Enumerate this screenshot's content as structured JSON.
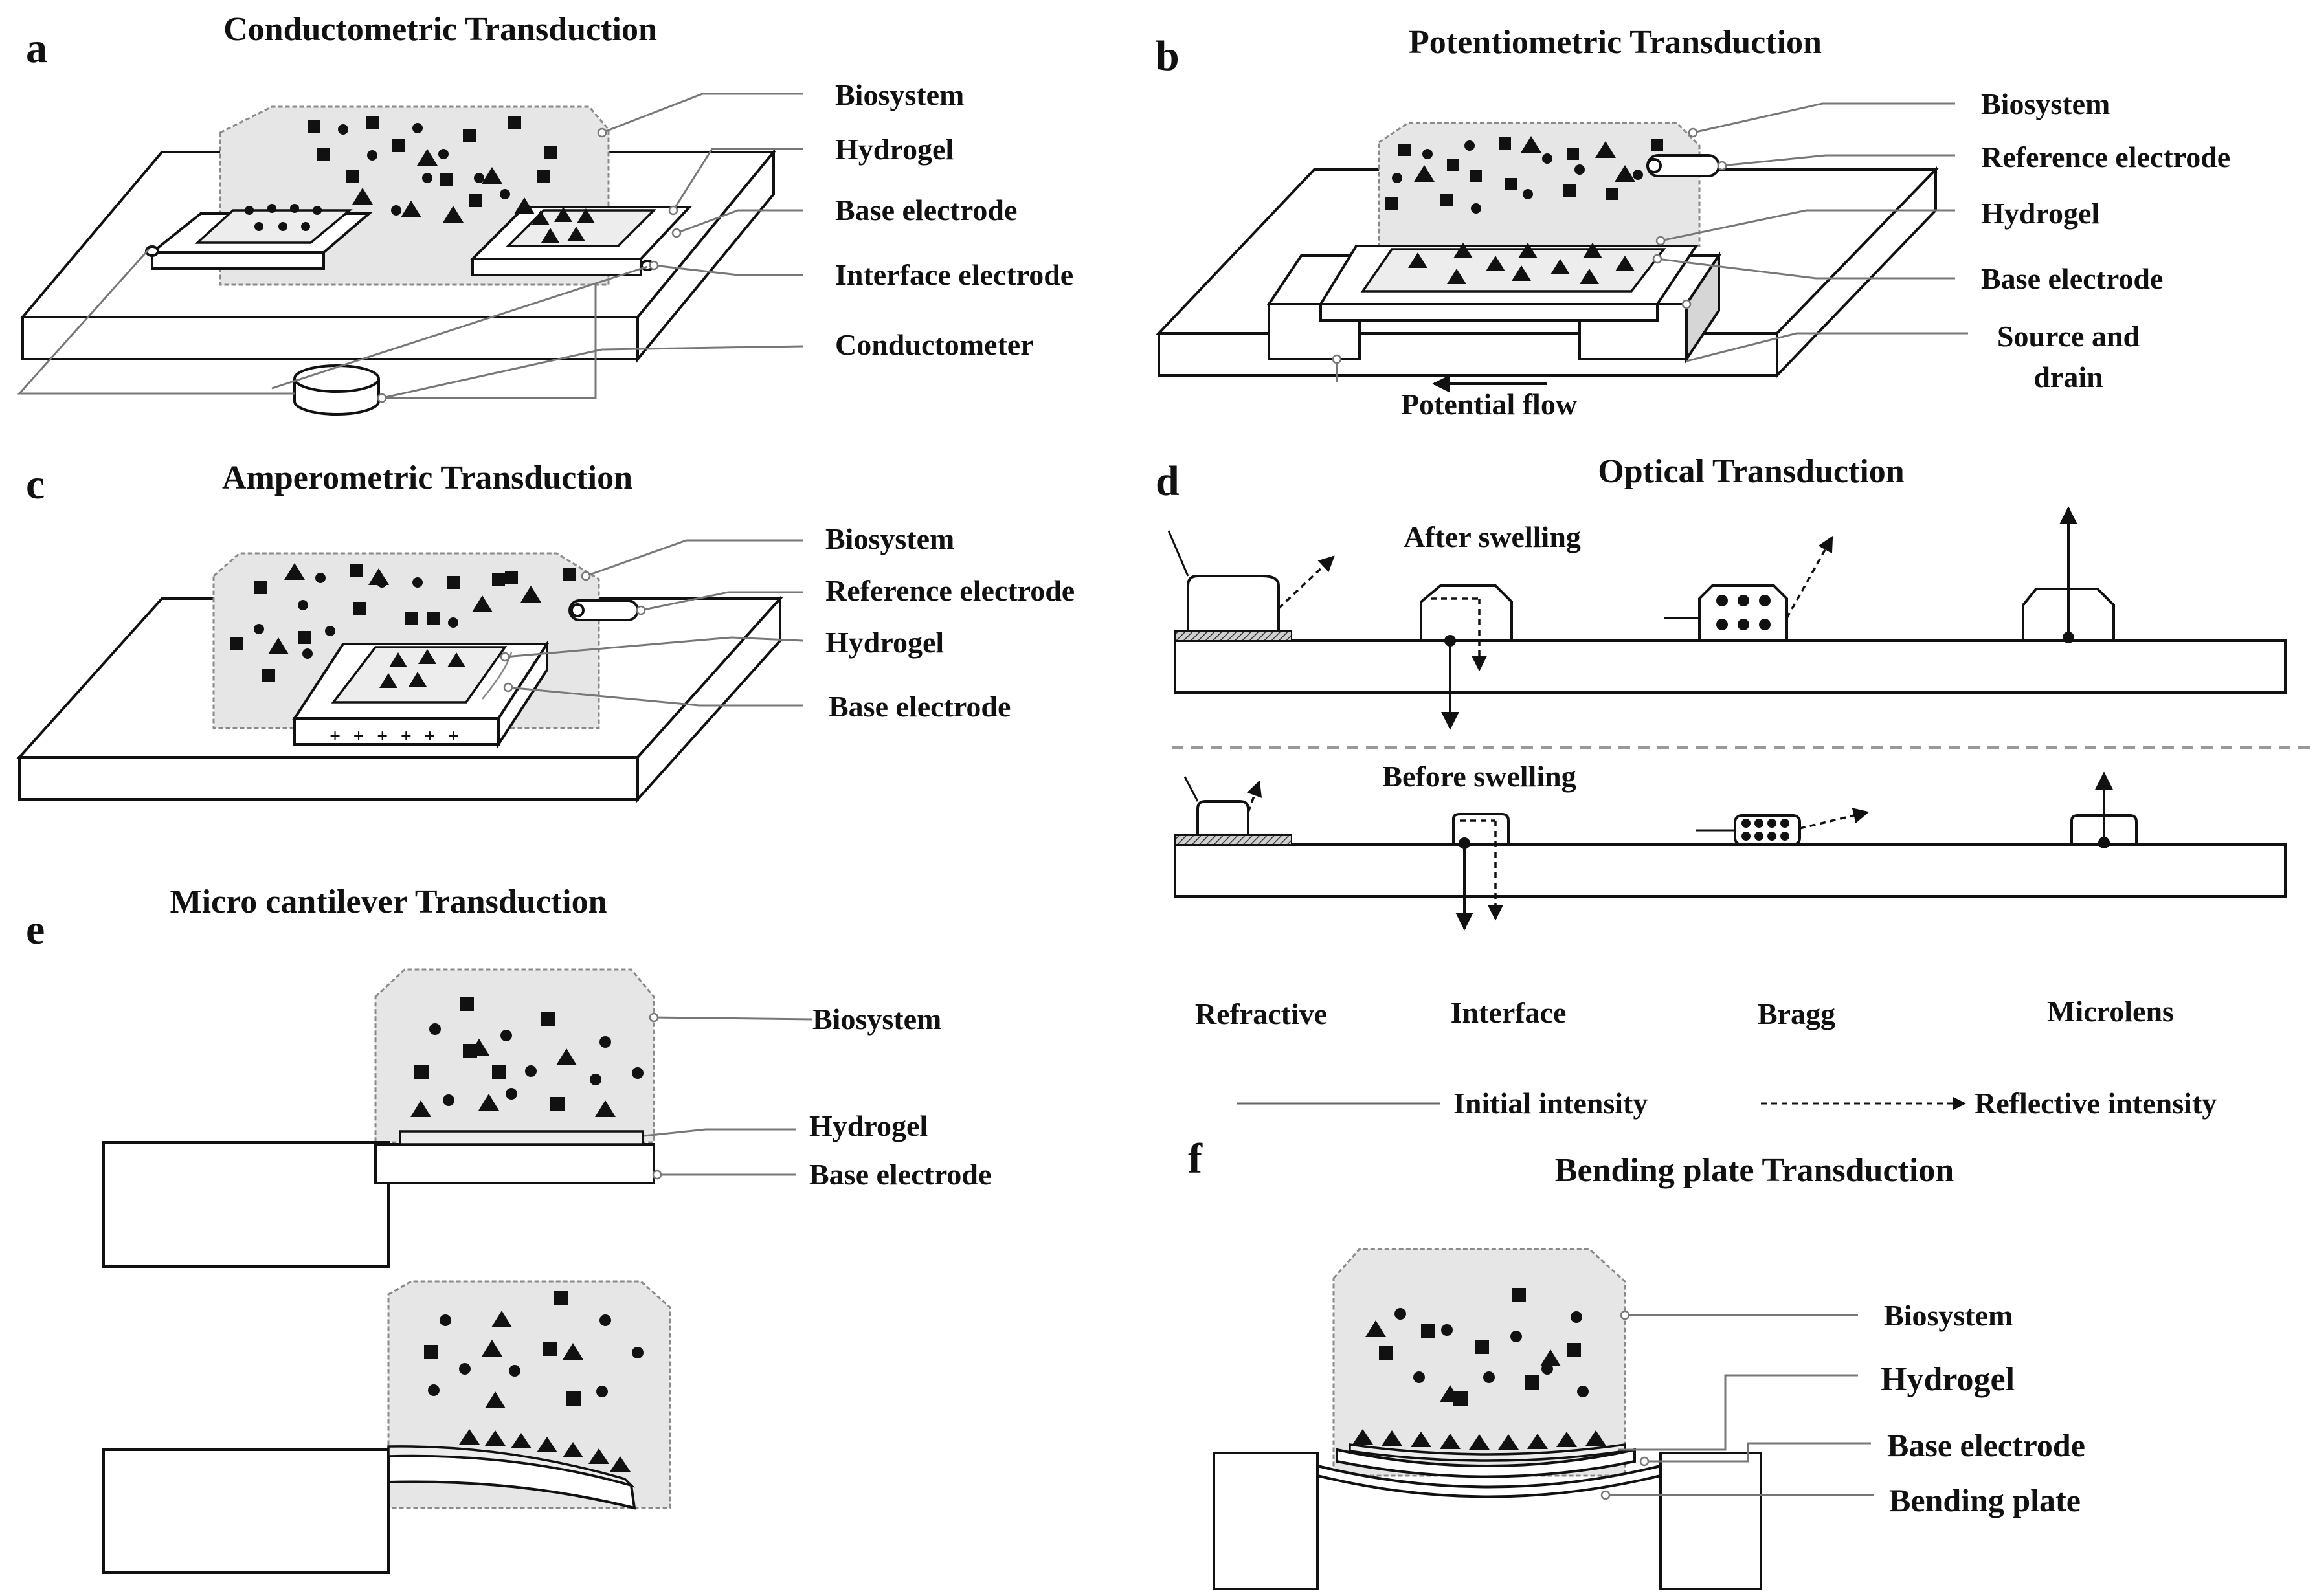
{
  "panels": {
    "a": {
      "letter": "a",
      "title": "Conductometric Transduction",
      "labels": [
        "Biosystem",
        "Hydrogel",
        "Base electrode",
        "Interface electrode",
        "Conductometer"
      ]
    },
    "b": {
      "letter": "b",
      "title": "Potentiometric Transduction",
      "labels": [
        "Biosystem",
        "Reference electrode",
        "Hydrogel",
        "Base electrode",
        "Source and",
        "drain"
      ],
      "flow": "Potential flow"
    },
    "c": {
      "letter": "c",
      "title": "Amperometric Transduction",
      "labels": [
        "Biosystem",
        "Reference electrode",
        "Hydrogel",
        "Base electrode"
      ],
      "signs": "+ + + + + +"
    },
    "d": {
      "letter": "d",
      "title": "Optical Transduction",
      "after": "After swelling",
      "before": "Before swelling",
      "methods": [
        "Refractive",
        "Interface",
        "Bragg",
        "Microlens"
      ],
      "legend": [
        "Initial intensity",
        "Reflective intensity"
      ]
    },
    "e": {
      "letter": "e",
      "title": "Micro cantilever Transduction",
      "labels": [
        "Biosystem",
        "Hydrogel",
        "Base electrode"
      ]
    },
    "f": {
      "letter": "f",
      "title": "Bending plate Transduction",
      "labels": [
        "Biosystem",
        "Hydrogel",
        "Base electrode",
        "Bending plate"
      ]
    }
  }
}
